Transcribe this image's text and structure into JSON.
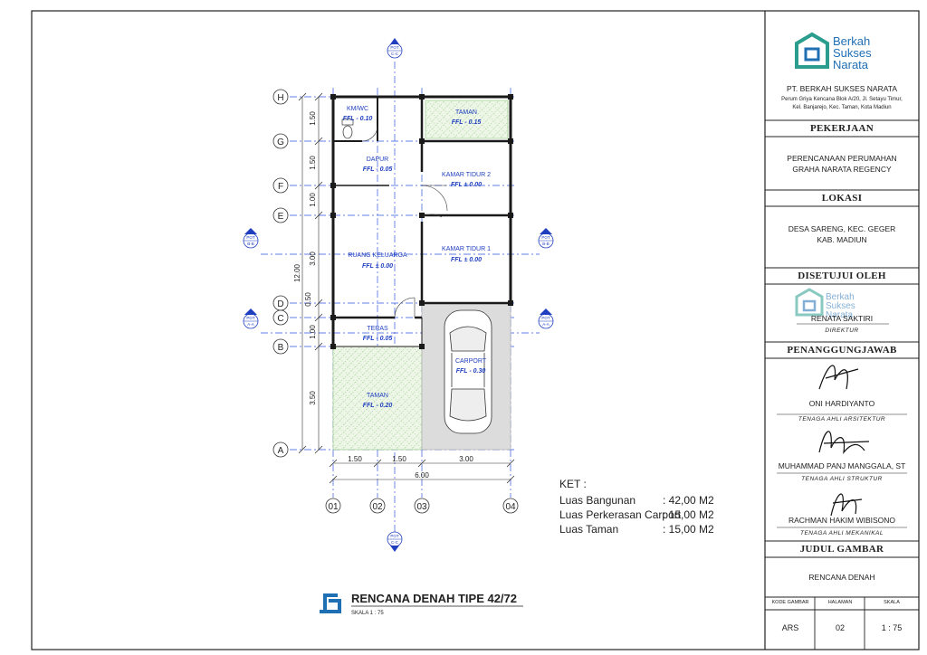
{
  "plan": {
    "rooms": [
      {
        "name": "KM/WC",
        "ffl": "FFL - 0.10"
      },
      {
        "name": "TAMAN",
        "ffl": "FFL - 0.15"
      },
      {
        "name": "DAPUR",
        "ffl": "FFL - 0.05"
      },
      {
        "name": "KAMAR TIDUR 2",
        "ffl": "FFL ± 0.00"
      },
      {
        "name": "RUANG KELUARGA",
        "ffl": "FFL ± 0.00"
      },
      {
        "name": "KAMAR TIDUR 1",
        "ffl": "FFL ± 0.00"
      },
      {
        "name": "TERAS",
        "ffl": "FFL - 0.05"
      },
      {
        "name": "CARPORT",
        "ffl": "FFL - 0.30"
      },
      {
        "name": "TAMAN",
        "ffl": "FFL - 0.20"
      }
    ],
    "grid_rows": [
      "H",
      "G",
      "F",
      "E",
      "D",
      "C",
      "B",
      "A"
    ],
    "grid_cols": [
      "01",
      "02",
      "03",
      "04"
    ],
    "vertical_dims": [
      "1.50",
      "1.50",
      "1.00",
      "3.00",
      "0.50",
      "1.00",
      "3.50"
    ],
    "total_vertical": "12.00",
    "horizontal_dims": [
      "1.50",
      "1.50",
      "3.00"
    ],
    "total_horizontal": "6.00",
    "section_markers": [
      {
        "id": "POT",
        "ref": "C-C"
      },
      {
        "id": "POT",
        "ref": "B-B"
      },
      {
        "id": "POT",
        "ref": "A-A"
      },
      {
        "id": "POT",
        "ref": "B-B"
      },
      {
        "id": "POT",
        "ref": "A-A"
      },
      {
        "id": "POT",
        "ref": "C-C"
      }
    ]
  },
  "notes": {
    "title": "KET :",
    "rows": [
      {
        "label": "Luas Bangunan",
        "value": ": 42,00 M2"
      },
      {
        "label": "Luas Perkerasan Carport",
        "value": ": 15,00 M2"
      },
      {
        "label": "Luas Taman",
        "value": ": 15,00 M2"
      }
    ]
  },
  "drawing_title": {
    "title": "RENCANA DENAH TIPE 42/72",
    "scale": "SKALA 1 : 75"
  },
  "title_block": {
    "logo_text": [
      "Berkah",
      "Sukses",
      "Narata"
    ],
    "company": "PT. BERKAH SUKSES NARATA",
    "address": [
      "Perum Griya Kencana Blok A/20, Jl. Setayu Timur,",
      "Kel. Banjarejo, Kec. Taman, Kota Madiun"
    ],
    "pekerjaan_label": "PEKERJAAN",
    "pekerjaan": [
      "PERENCANAAN PERUMAHAN",
      "GRAHA NARATA REGENCY"
    ],
    "lokasi_label": "LOKASI",
    "lokasi": [
      "DESA SARENG, KEC. GEGER",
      "KAB. MADIUN"
    ],
    "disetujui_label": "DISETUJUI OLEH",
    "approver": {
      "name": "RENATA SAKTIRI",
      "role": "DIREKTUR"
    },
    "penanggung_label": "PENANGGUNGJAWAB",
    "responsibles": [
      {
        "name": "ONI HARDIYANTO",
        "role": "TENAGA AHLI ARSITEKTUR"
      },
      {
        "name": "MUHAMMAD PANJ MANGGALA, ST",
        "role": "TENAGA AHLI STRUKTUR"
      },
      {
        "name": "RACHMAN HAKIM WIBISONO",
        "role": "TENAGA AHLI MEKANIKAL"
      }
    ],
    "judul_label": "JUDUL GAMBAR",
    "judul": "RENCANA DENAH",
    "codes": {
      "headers": [
        "KODE GAMBAR",
        "HALAMAN",
        "SKALA"
      ],
      "values": [
        "ARS",
        "02",
        "1 : 75"
      ]
    }
  },
  "colors": {
    "accent": "#1f6fb5",
    "logo": "#2a9d8f",
    "hatch": "#7bbf6a",
    "line": "#1a1a1a",
    "axis": "#3355dd"
  }
}
